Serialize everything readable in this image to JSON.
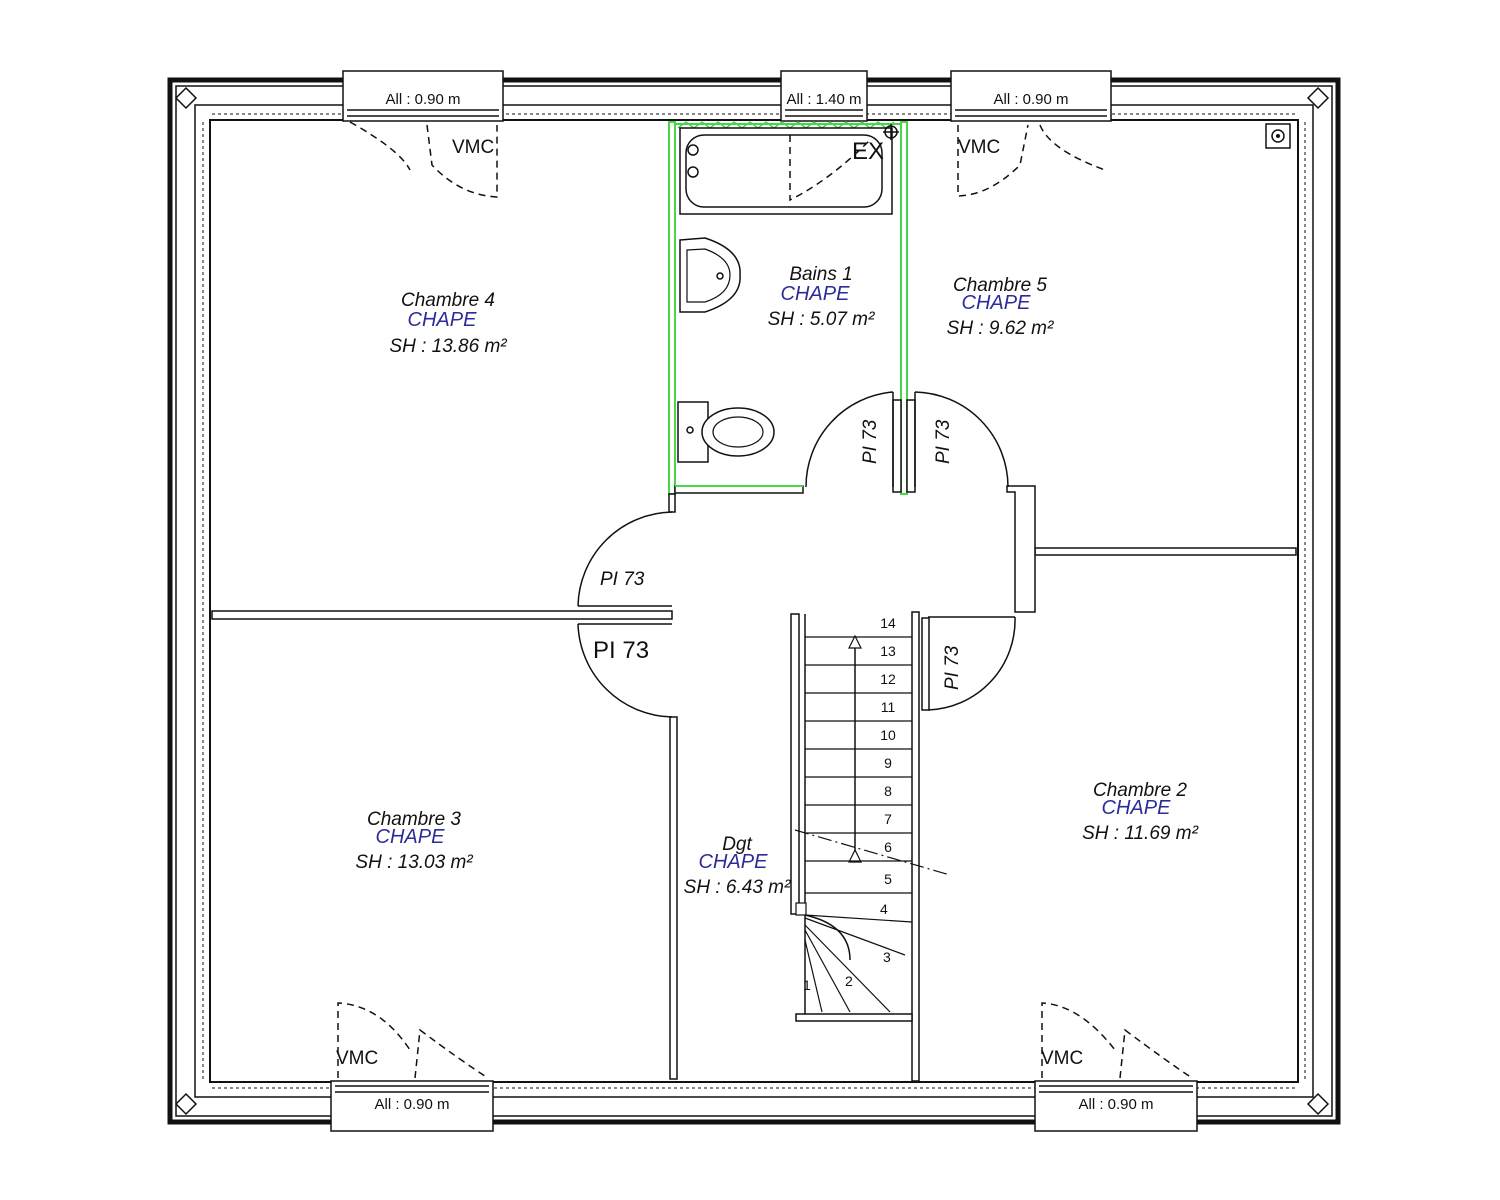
{
  "rooms": {
    "chambre4": {
      "name": "Chambre 4",
      "floor": "CHAPE",
      "area": "SH : 13.86 m²"
    },
    "bains1": {
      "name": "Bains 1",
      "floor": "CHAPE",
      "area": "SH : 5.07 m²"
    },
    "chambre5": {
      "name": "Chambre 5",
      "floor": "CHAPE",
      "area": "SH : 9.62 m²"
    },
    "chambre3": {
      "name": "Chambre 3",
      "floor": "CHAPE",
      "area": "SH : 13.03 m²"
    },
    "dgt": {
      "name": "Dgt",
      "floor": "CHAPE",
      "area": "SH : 6.43 m²"
    },
    "chambre2": {
      "name": "Chambre 2",
      "floor": "CHAPE",
      "area": "SH : 11.69 m²"
    }
  },
  "windows": {
    "top_left": "All : 0.90 m",
    "top_mid": "All : 1.40 m",
    "top_right": "All : 0.90 m",
    "bottom_left": "All : 0.90 m",
    "bottom_right": "All : 0.90 m"
  },
  "vmc": {
    "label": "VMC"
  },
  "extractor": {
    "label": "EX"
  },
  "doors": {
    "label": "PI 73"
  },
  "stairs": {
    "steps": [
      "1",
      "2",
      "3",
      "4",
      "5",
      "6",
      "7",
      "8",
      "9",
      "10",
      "11",
      "12",
      "13",
      "14"
    ]
  },
  "colors": {
    "wall": "#111111",
    "bath_highlight": "#49d64a",
    "floor_text": "#2b2b9a"
  }
}
